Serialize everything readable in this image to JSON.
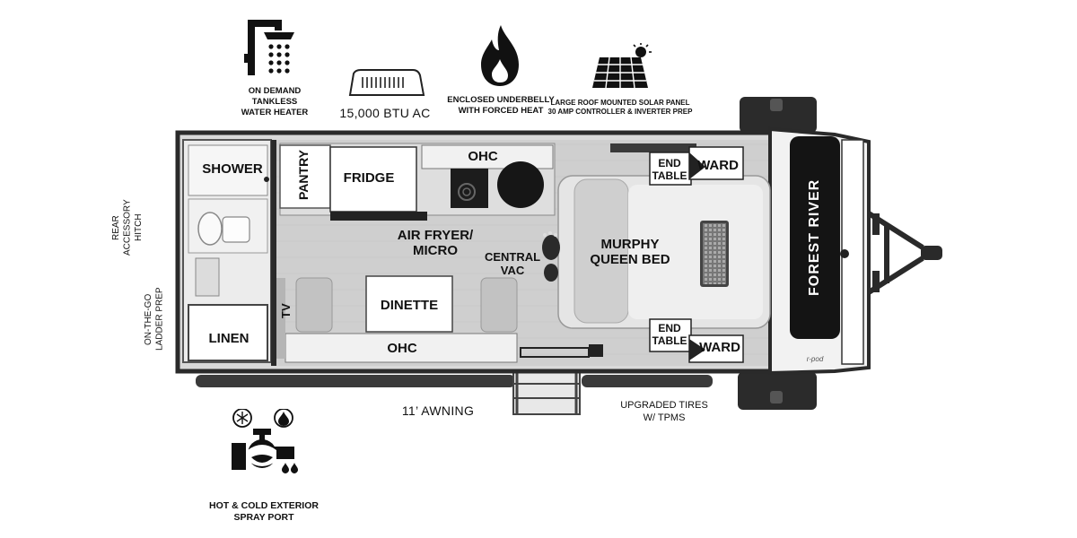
{
  "features": {
    "water_heater": {
      "line1": "ON DEMAND",
      "line2": "TANKLESS",
      "line3": "WATER HEATER",
      "icon": "shower-icon"
    },
    "ac": {
      "label": "15,000 BTU AC",
      "icon": "air-conditioner-icon"
    },
    "heat": {
      "line1": "ENCLOSED UNDERBELLY",
      "line2": "WITH FORCED HEAT",
      "icon": "flame-icon"
    },
    "solar": {
      "line1": "LARGE ROOF MOUNTED SOLAR PANEL",
      "line2": "30 AMP CONTROLLER & INVERTER PREP",
      "icon": "solar-panel-icon"
    },
    "spray_port": {
      "line1": "HOT & COLD EXTERIOR",
      "line2": "SPRAY PORT",
      "icon": "spray-port-icon"
    }
  },
  "rooms": {
    "shower": "SHOWER",
    "pantry": "PANTRY",
    "fridge": "FRIDGE",
    "ohc_top": "OHC",
    "end_table_top": "END TABLE",
    "ward_top": "WARD",
    "air_fryer": "AIR FRYER/ MICRO",
    "central_vac": "CENTRAL VAC",
    "murphy_bed": "MURPHY QUEEN BED",
    "dinette": "DINETTE",
    "tv": "TV",
    "linen": "LINEN",
    "ohc_bottom": "OHC",
    "end_table_bottom": "END TABLE",
    "ward_bottom": "WARD"
  },
  "exterior": {
    "rear_hitch": "REAR ACCESSORY HITCH",
    "ladder_prep": "ON-THE-GO LADDER PREP",
    "awning": "11’ AWNING",
    "tires_line1": "UPGRADED TIRES",
    "tires_line2": "W/ TPMS",
    "brand": "FOREST RIVER",
    "badge": "r-pod"
  }
}
